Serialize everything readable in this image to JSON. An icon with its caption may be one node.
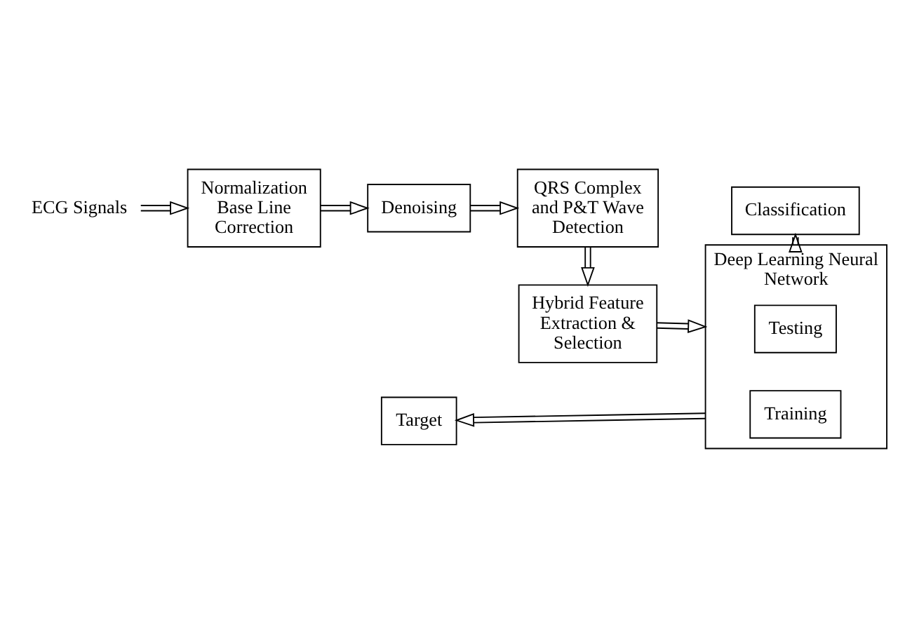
{
  "diagram": {
    "nodes": [
      {
        "text": [
          "ECG Signals"
        ]
      },
      {
        "text": [
          "Normalization Base Line Correction"
        ]
      },
      {
        "text": [
          "Denoising"
        ]
      },
      {
        "text": [
          "QRS Complex and P&T Wave Detection"
        ]
      },
      {
        "text": [
          "Hybrid Feature Extraction & Selection"
        ]
      },
      {
        "text": [
          "Deep Learning Neural Network"
        ]
      },
      {
        "text": [
          "Training"
        ],
        "in": 5
      },
      {
        "text": [
          "Testing"
        ],
        "in": 5
      },
      {
        "text": [
          "Target"
        ]
      },
      {
        "text": [
          "Classification"
        ]
      }
    ],
    "edges": [
      {
        "from": 0,
        "to": 1,
        "arrow": "to"
      },
      {
        "from": 1,
        "to": 2,
        "arrow": "to"
      },
      {
        "from": 2,
        "to": 3,
        "arrow": "to"
      },
      {
        "from": 3,
        "to": 4,
        "arrow": "to"
      },
      {
        "from": 4,
        "to": 5,
        "arrow": "to"
      },
      {
        "from": 5,
        "to": 8,
        "arrow": "to"
      },
      {
        "from": 5,
        "to": 9,
        "arrow": "to"
      }
    ]
  }
}
